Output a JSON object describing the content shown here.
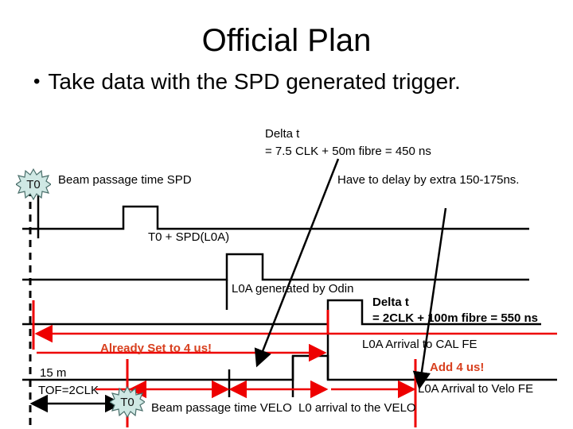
{
  "slide": {
    "title": "Official Plan",
    "bullet_marker": "•",
    "bullet_text": "Take data with the SPD generated trigger."
  },
  "colors": {
    "line": "#000000",
    "red_line": "#ee0000",
    "red_text": "#d8401f",
    "starburst_fill": "#cfe8e4",
    "starburst_stroke": "#4a6e6a",
    "background": "#ffffff"
  },
  "annotations": {
    "delta_t_top_line1": "Delta t",
    "delta_t_top_line2": "= 7.5 CLK + 50m fibre = 450 ns",
    "have_to_delay": "Have to delay by extra 150-175ns.",
    "delta_t_bottom_line1": "Delta t",
    "delta_t_bottom_line2": "= 2CLK + 100m fibre = 550 ns",
    "already_set": "Already Set to 4 us!",
    "add_4us": "Add 4 us!"
  },
  "waveform_labels": {
    "beam_passage_spd": "Beam passage time SPD",
    "t0_spd_l0a": "T0 + SPD(L0A)",
    "l0a_generated": "L0A generated by Odin",
    "l0a_arrival_cal": "L0A Arrival to CAL FE",
    "l0a_arrival_velo": "L0A Arrival to Velo FE",
    "beam_passage_velo": "Beam passage time VELO",
    "l0_arrival_velo": "L0 arrival to the VELO",
    "distance": "15 m",
    "tof": "TOF=2CLK"
  },
  "badges": {
    "t0_top": "T0",
    "t0_bottom": "T0"
  }
}
